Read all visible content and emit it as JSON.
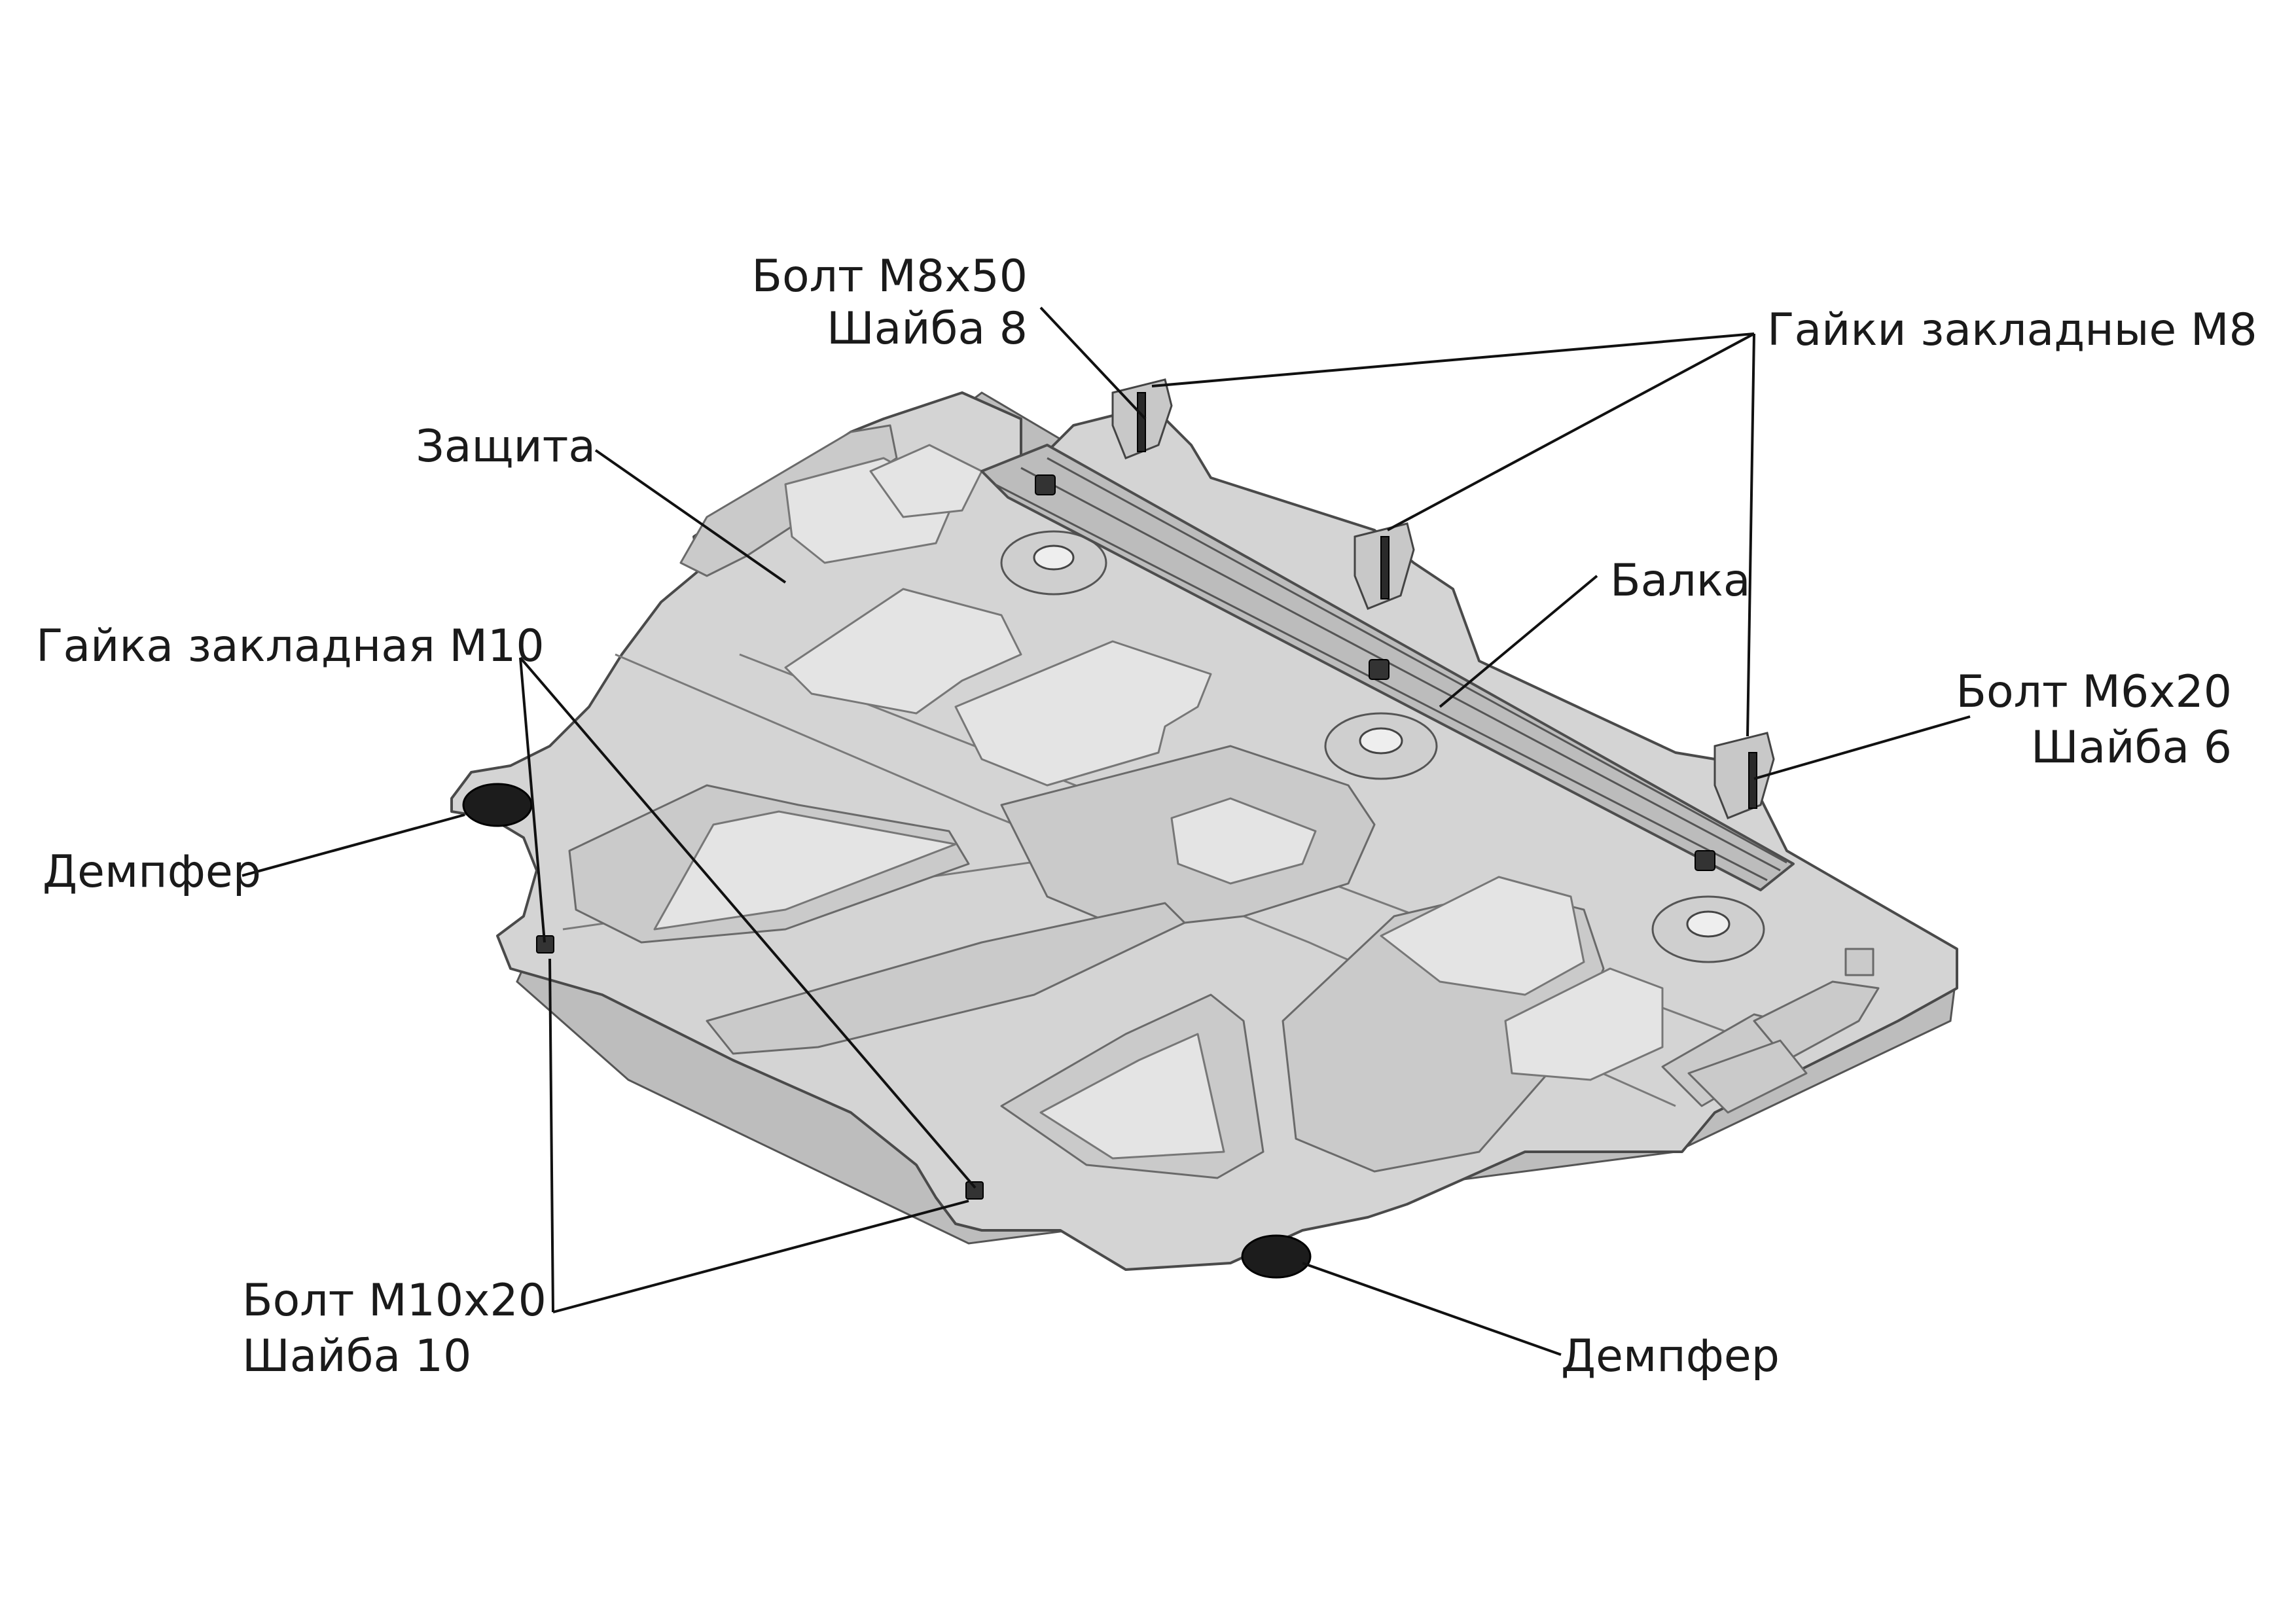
{
  "labels": {
    "bolt_m8": "Болт М8х50",
    "washer_8": "Шайба 8",
    "nuts_m8": "Гайки закладные М8",
    "protection": "Защита",
    "beam": "Балка",
    "nut_m10": "Гайка закладная М10",
    "bolt_m6": "Болт М6х20",
    "washer_6": "Шайба 6",
    "damper_left": "Демпфер",
    "bolt_m10": "Болт М10х20",
    "washer_10": "Шайба 10",
    "damper_bottom": "Демпфер"
  }
}
